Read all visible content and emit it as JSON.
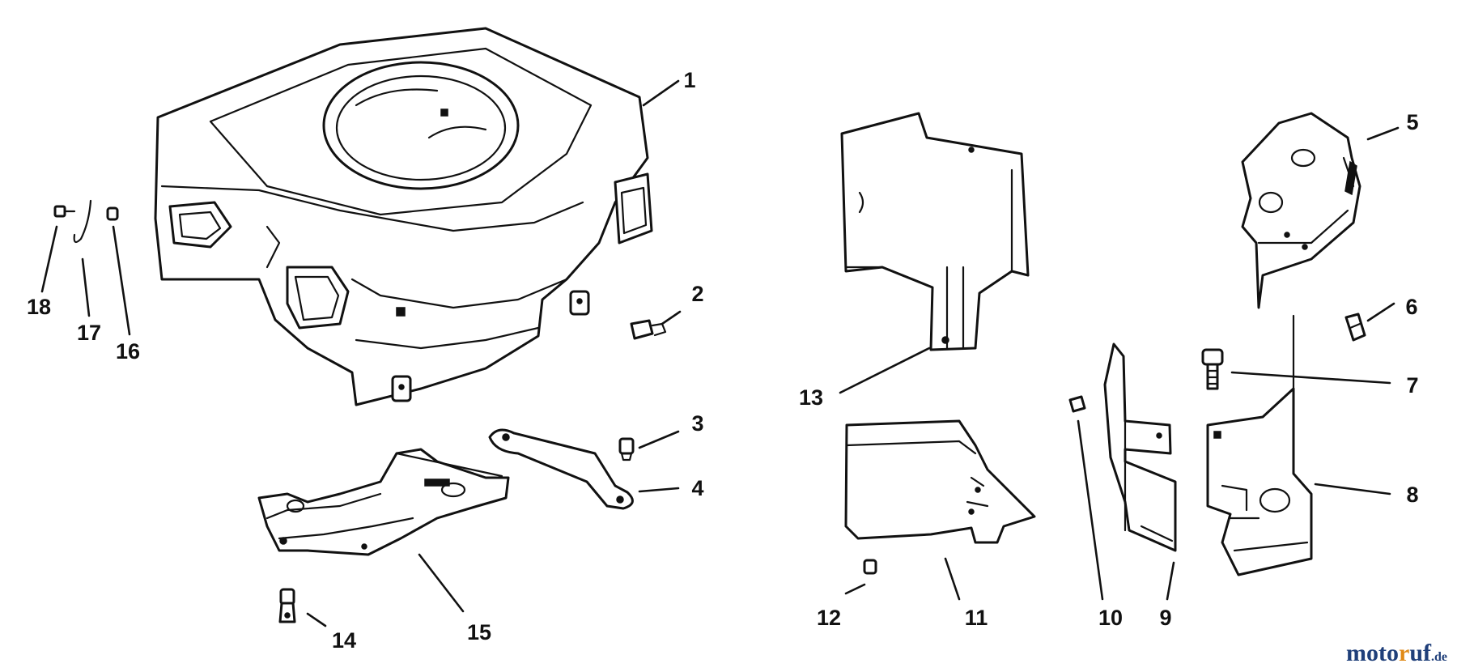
{
  "callouts": [
    {
      "id": "1",
      "label": "1"
    },
    {
      "id": "2",
      "label": "2"
    },
    {
      "id": "3",
      "label": "3"
    },
    {
      "id": "4",
      "label": "4"
    },
    {
      "id": "5",
      "label": "5"
    },
    {
      "id": "6",
      "label": "6"
    },
    {
      "id": "7",
      "label": "7"
    },
    {
      "id": "8",
      "label": "8"
    },
    {
      "id": "9",
      "label": "9"
    },
    {
      "id": "10",
      "label": "10"
    },
    {
      "id": "11",
      "label": "11"
    },
    {
      "id": "12",
      "label": "12"
    },
    {
      "id": "13",
      "label": "13"
    },
    {
      "id": "14",
      "label": "14"
    },
    {
      "id": "15",
      "label": "15"
    },
    {
      "id": "16",
      "label": "16"
    },
    {
      "id": "17",
      "label": "17"
    },
    {
      "id": "18",
      "label": "18"
    }
  ],
  "watermark": {
    "main": "moto",
    "accent": "r",
    "rest": "uf",
    "tld": ".de"
  },
  "colors": {
    "ink": "#111111",
    "watermark_blue": "#1f3f7a",
    "watermark_orange": "#e08a17"
  }
}
